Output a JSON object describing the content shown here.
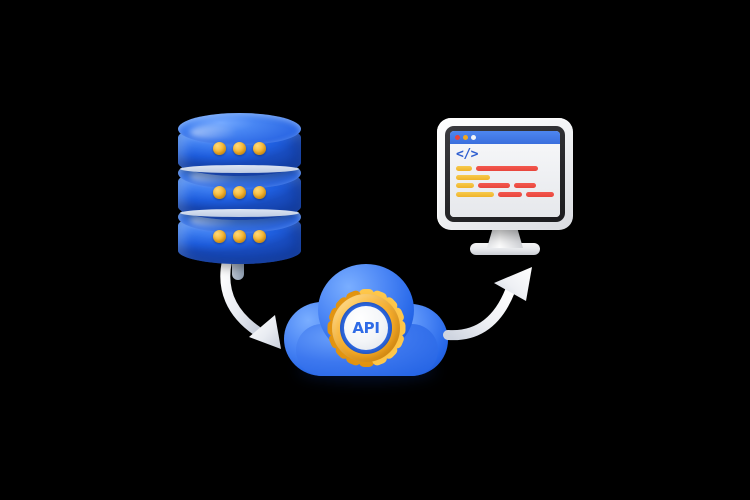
{
  "scene": {
    "title": "API data flow illustration",
    "background_color": "#000000"
  },
  "nodes": {
    "database": {
      "name": "Database stack",
      "icon": "database-icon",
      "color": "#2f6be6",
      "dot_color": "#f7b731",
      "discs": 3,
      "dots_per_disc": 3
    },
    "cloud_api": {
      "name": "API cloud service",
      "icon": "cloud-gear-icon",
      "label": "API",
      "cloud_color": "#2f6be6",
      "gear_color": "#f5a623",
      "label_color": "#2f6be6",
      "gear_teeth": 8
    },
    "monitor": {
      "name": "Code display monitor",
      "icon": "monitor-icon",
      "frame_color": "#ffffff",
      "bezel_color": "#2a2a2d",
      "code_glyph": "</>",
      "code_glyph_color": "#2f5fd0",
      "titlebar_color": "#3f77e8",
      "traffic_lights": [
        {
          "name": "close-dot",
          "color": "#e8433b"
        },
        {
          "name": "minimize-dot",
          "color": "#f0a81e"
        },
        {
          "name": "maximize-dot",
          "color": "#f2f4f7"
        }
      ],
      "code_rows": [
        [
          {
            "color": "amber",
            "width": 16
          },
          {
            "color": "red",
            "width": 62
          }
        ],
        [
          {
            "color": "amber",
            "width": 34
          }
        ],
        [
          {
            "color": "amber",
            "width": 18
          },
          {
            "color": "red",
            "width": 32
          },
          {
            "color": "red",
            "width": 22
          }
        ],
        [
          {
            "color": "amber",
            "width": 40
          },
          {
            "color": "red",
            "width": 26
          },
          {
            "color": "red",
            "width": 30
          }
        ]
      ],
      "bar_colors": {
        "amber": "#f0b429",
        "red": "#e8463c"
      }
    }
  },
  "arrows": [
    {
      "name": "arrow-database-to-api",
      "from": "database",
      "to": "cloud_api",
      "direction": "down-right",
      "color": "#ffffff"
    },
    {
      "name": "arrow-api-to-monitor",
      "from": "cloud_api",
      "to": "monitor",
      "direction": "up-right",
      "color": "#ffffff"
    }
  ]
}
